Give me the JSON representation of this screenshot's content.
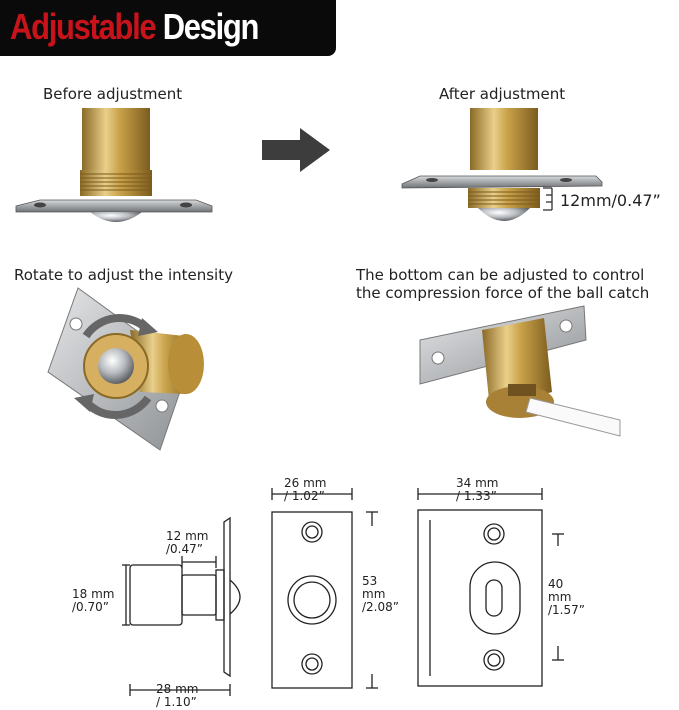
{
  "title": {
    "part1": "Adjustable",
    "part2": "Design"
  },
  "captions": {
    "before": "Before adjustment",
    "after": "After adjustment",
    "measurement": "12mm/0.47”",
    "rotate": "Rotate to adjust the intensity",
    "bottom_line1": "The bottom can be adjusted to control",
    "bottom_line2": "the compression force of the ball catch"
  },
  "dimensions": {
    "side_length": {
      "mm": "12  mm",
      "in": "/0.47”"
    },
    "side_height": {
      "mm": "18  mm",
      "in": "/0.70”"
    },
    "side_total": {
      "mm": "28  mm",
      "in": "/ 1.10”"
    },
    "front_width": {
      "mm": "26  mm",
      "in": "/ 1.02”"
    },
    "front_height": {
      "mm": "53",
      "unit": "mm",
      "in": "/2.08”"
    },
    "back_width": {
      "mm": "34  mm",
      "in": "/ 1.33”"
    },
    "back_height": {
      "mm": "40",
      "unit": "mm",
      "in": "/1.57”"
    }
  },
  "colors": {
    "brass": "#c9a24a",
    "steel": "#a9acae",
    "title_red": "#c8131b"
  }
}
